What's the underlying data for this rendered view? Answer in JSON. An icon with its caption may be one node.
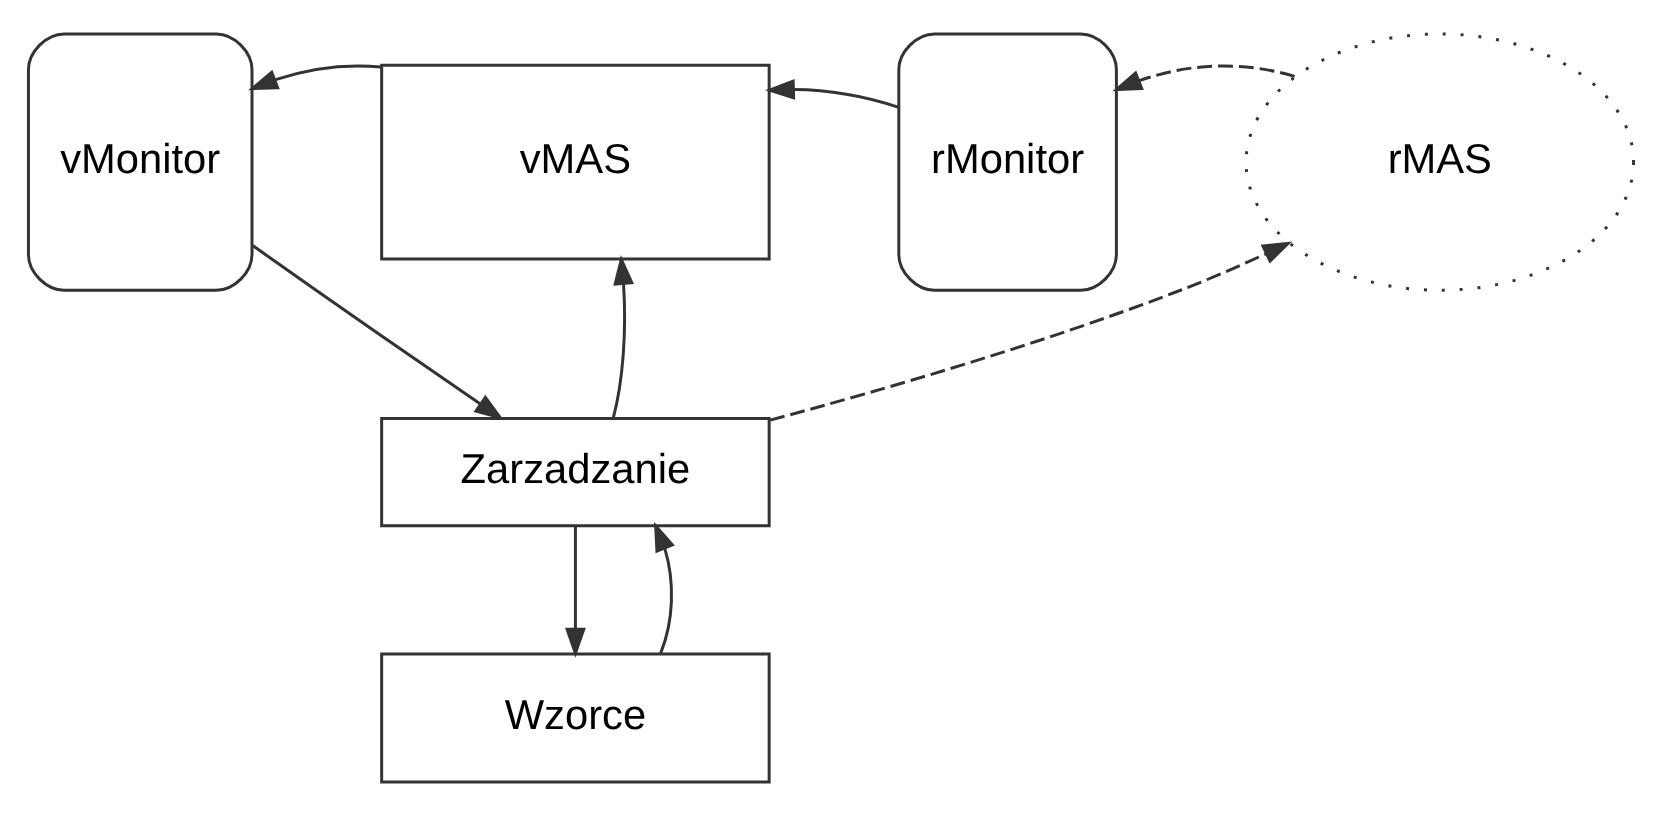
{
  "diagram": {
    "nodes": [
      {
        "text": [
          "vMonitor"
        ]
      },
      {
        "text": [
          "vMAS"
        ]
      },
      {
        "text": [
          "rMonitor"
        ]
      },
      {
        "text": [
          "rMAS"
        ]
      },
      {
        "text": [
          "Zarzadzanie"
        ]
      },
      {
        "text": [
          "Wzorce"
        ]
      }
    ],
    "edges": [
      {
        "from": 1,
        "to": 0,
        "arrow": "to"
      },
      {
        "from": 2,
        "to": 1,
        "arrow": "to"
      },
      {
        "from": 3,
        "to": 2,
        "arrow": "to",
        "style": "dashed"
      },
      {
        "from": 0,
        "to": 4,
        "arrow": "to"
      },
      {
        "from": 4,
        "to": 1,
        "arrow": "to"
      },
      {
        "from": 4,
        "to": 3,
        "arrow": "to",
        "style": "dashed"
      },
      {
        "from": 4,
        "to": 5,
        "arrow": "to"
      },
      {
        "from": 5,
        "to": 4,
        "arrow": "to"
      }
    ]
  }
}
